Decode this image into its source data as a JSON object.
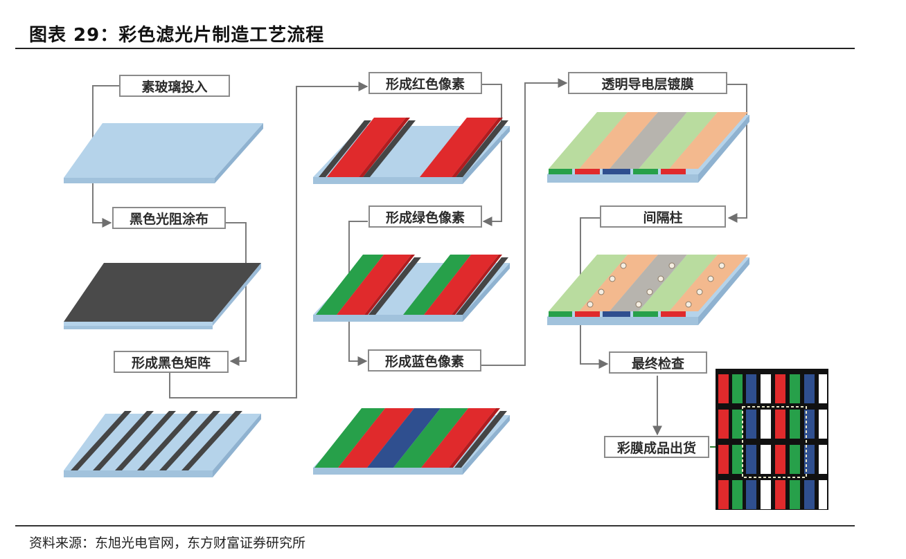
{
  "title": "图表 29：彩色滤光片制造工艺流程",
  "source": "资料来源：东旭光电官网，东方财富证券研究所",
  "steps": {
    "s1": "素玻璃投入",
    "s2": "黑色光阻涂布",
    "s3": "形成黑色矩阵",
    "s4": "形成红色像素",
    "s5": "形成绿色像素",
    "s6": "形成蓝色像素",
    "s7": "透明导电层镀膜",
    "s8": "间隔柱",
    "s9": "最终检查",
    "s10": "彩膜成品出货"
  },
  "colors": {
    "glass": "#b3d2ea",
    "glass_edge": "#9cbcd8",
    "black": "#4a4a4a",
    "red": "#e02a2c",
    "green": "#27a04a",
    "blue": "#2f4f8f",
    "connector": "#777777"
  }
}
